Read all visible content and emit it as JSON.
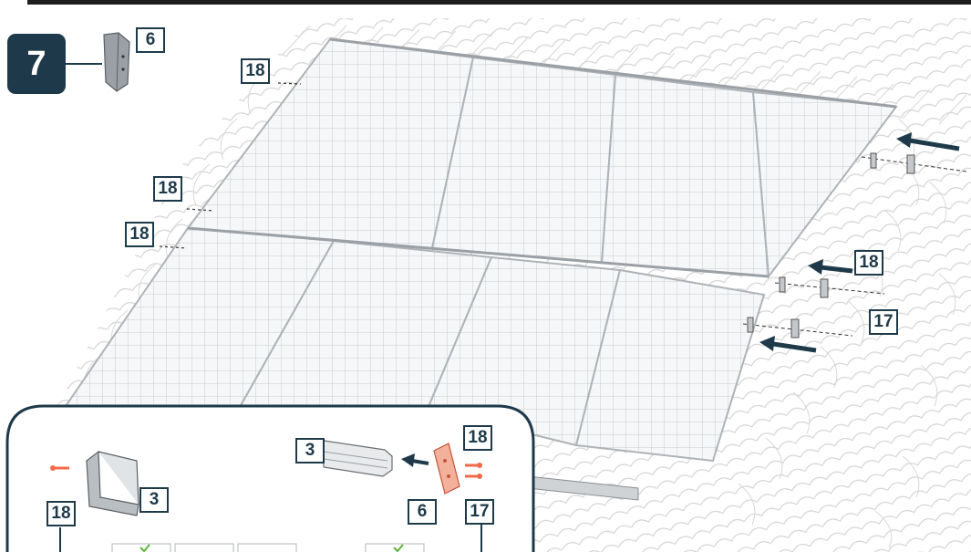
{
  "step": {
    "number": "7"
  },
  "labels": {
    "part_6_header": "6",
    "fixing_18_top": "18",
    "fixing_18_left_mid": "18",
    "fixing_18_left_low": "18",
    "fixing_18_right": "18",
    "fixing_17_right": "17",
    "inset_rail_3_left": "3",
    "inset_fixing_18_left": "18",
    "inset_rail_3_right": "3",
    "inset_fixing_18_right": "18",
    "inset_part_6": "6",
    "inset_fixing_17": "17"
  },
  "colors": {
    "navy": "#1e3a4a",
    "panel_line": "#c8ccd0",
    "roof_line": "#d4d4d4",
    "bracket_grey": "#8a8f94",
    "highlight_orange": "#f06a4a",
    "tick_green": "#5fb33a"
  }
}
